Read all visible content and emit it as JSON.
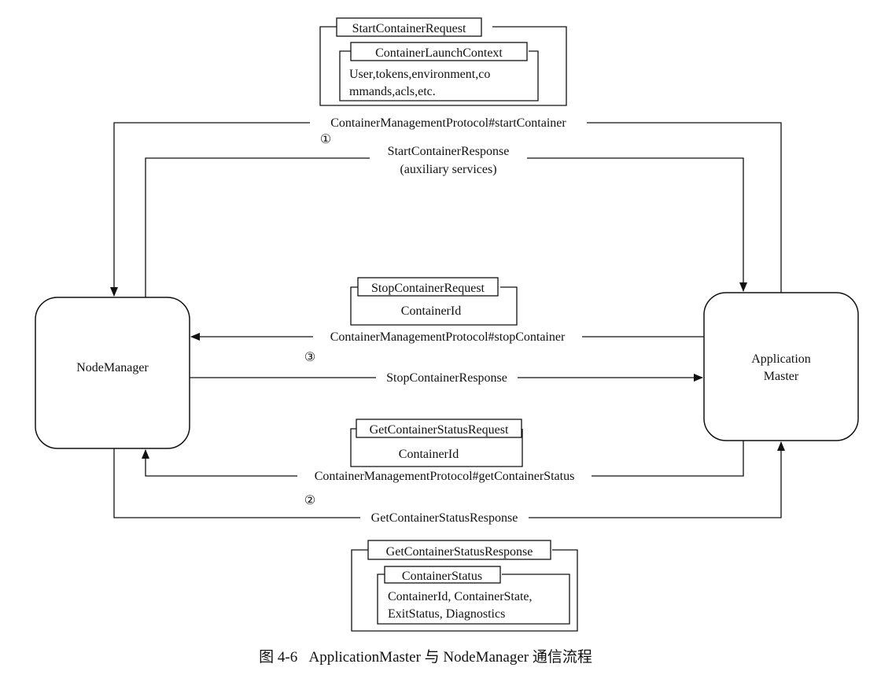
{
  "nodes": {
    "node_manager": "NodeManager",
    "application_master_line1": "Application",
    "application_master_line2": "Master"
  },
  "start_request": {
    "title": "StartContainerRequest",
    "inner_title": "ContainerLaunchContext",
    "inner_line1": "User,tokens,environment,co",
    "inner_line2": "mmands,acls,etc."
  },
  "start_call": {
    "label": "ContainerManagementProtocol#startContainer",
    "step": "①"
  },
  "start_response": {
    "line1": "StartContainerResponse",
    "line2": "(auxiliary services)"
  },
  "stop_request": {
    "title": "StopContainerRequest",
    "body": "ContainerId"
  },
  "stop_call": {
    "label": "ContainerManagementProtocol#stopContainer",
    "step": "③"
  },
  "stop_response": {
    "label": "StopContainerResponse"
  },
  "status_request": {
    "title": "GetContainerStatusRequest",
    "body": "ContainerId"
  },
  "status_call": {
    "label": "ContainerManagementProtocol#getContainerStatus",
    "step": "②"
  },
  "status_response_arrow": {
    "label": "GetContainerStatusResponse"
  },
  "status_response": {
    "title": "GetContainerStatusResponse",
    "inner_title": "ContainerStatus",
    "inner_line1": "ContainerId, ContainerState,",
    "inner_line2": "ExitStatus, Diagnostics"
  },
  "caption": "图 4-6   ApplicationMaster 与 NodeManager 通信流程"
}
